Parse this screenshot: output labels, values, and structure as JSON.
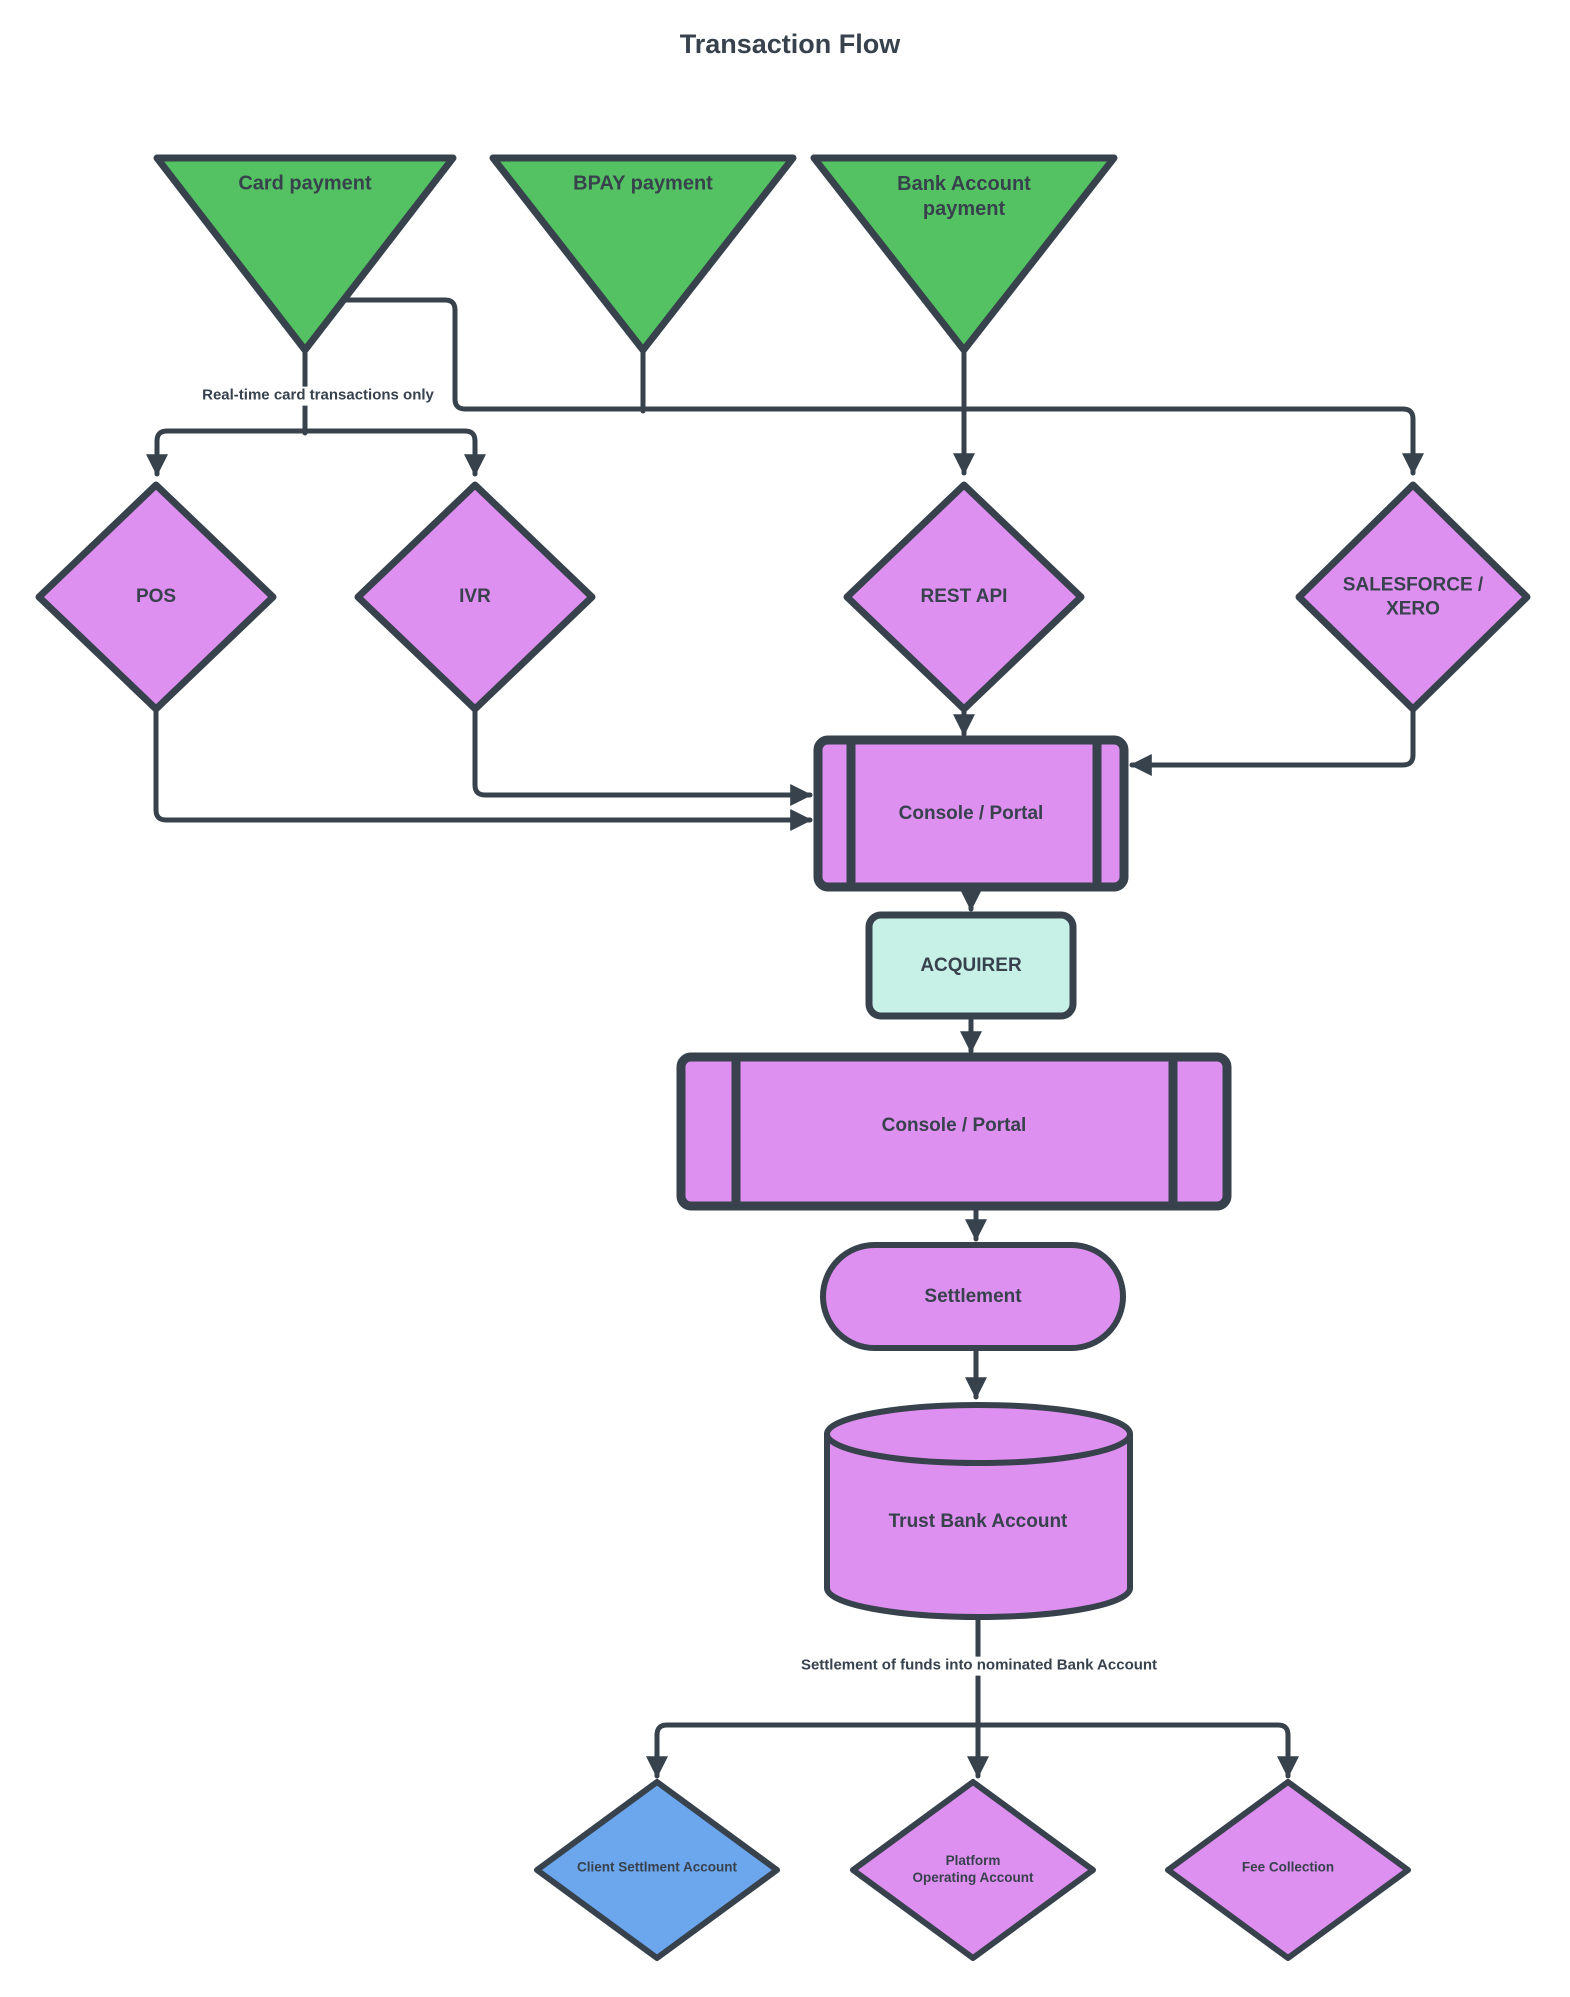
{
  "title": "Transaction Flow",
  "colors": {
    "line": "#37424D",
    "source_green": "#54C262",
    "node_purple": "#DE90F0",
    "acquirer_cyan": "#C7F1E7",
    "client_blue": "#6CA7EE"
  },
  "sources": {
    "card": "Card payment",
    "bpay": "BPAY payment",
    "bank": "Bank Account\npayment"
  },
  "channels": {
    "pos": "POS",
    "ivr": "IVR",
    "rest_api": "REST API",
    "salesforce_xero": "SALESFORCE /\nXERO"
  },
  "processing": {
    "console_portal_1": "Console / Portal",
    "acquirer": "ACQUIRER",
    "console_portal_2": "Console / Portal",
    "settlement": "Settlement",
    "trust_bank_account": "Trust Bank Account"
  },
  "destinations": {
    "client_settlement": "Client Settlment Account",
    "platform_operating": "Platform\nOperating Account",
    "fee_collection": "Fee Collection"
  },
  "annotations": {
    "realtime_note": "Real-time card transactions only",
    "settlement_note": "Settlement of funds into nominated Bank Account"
  }
}
